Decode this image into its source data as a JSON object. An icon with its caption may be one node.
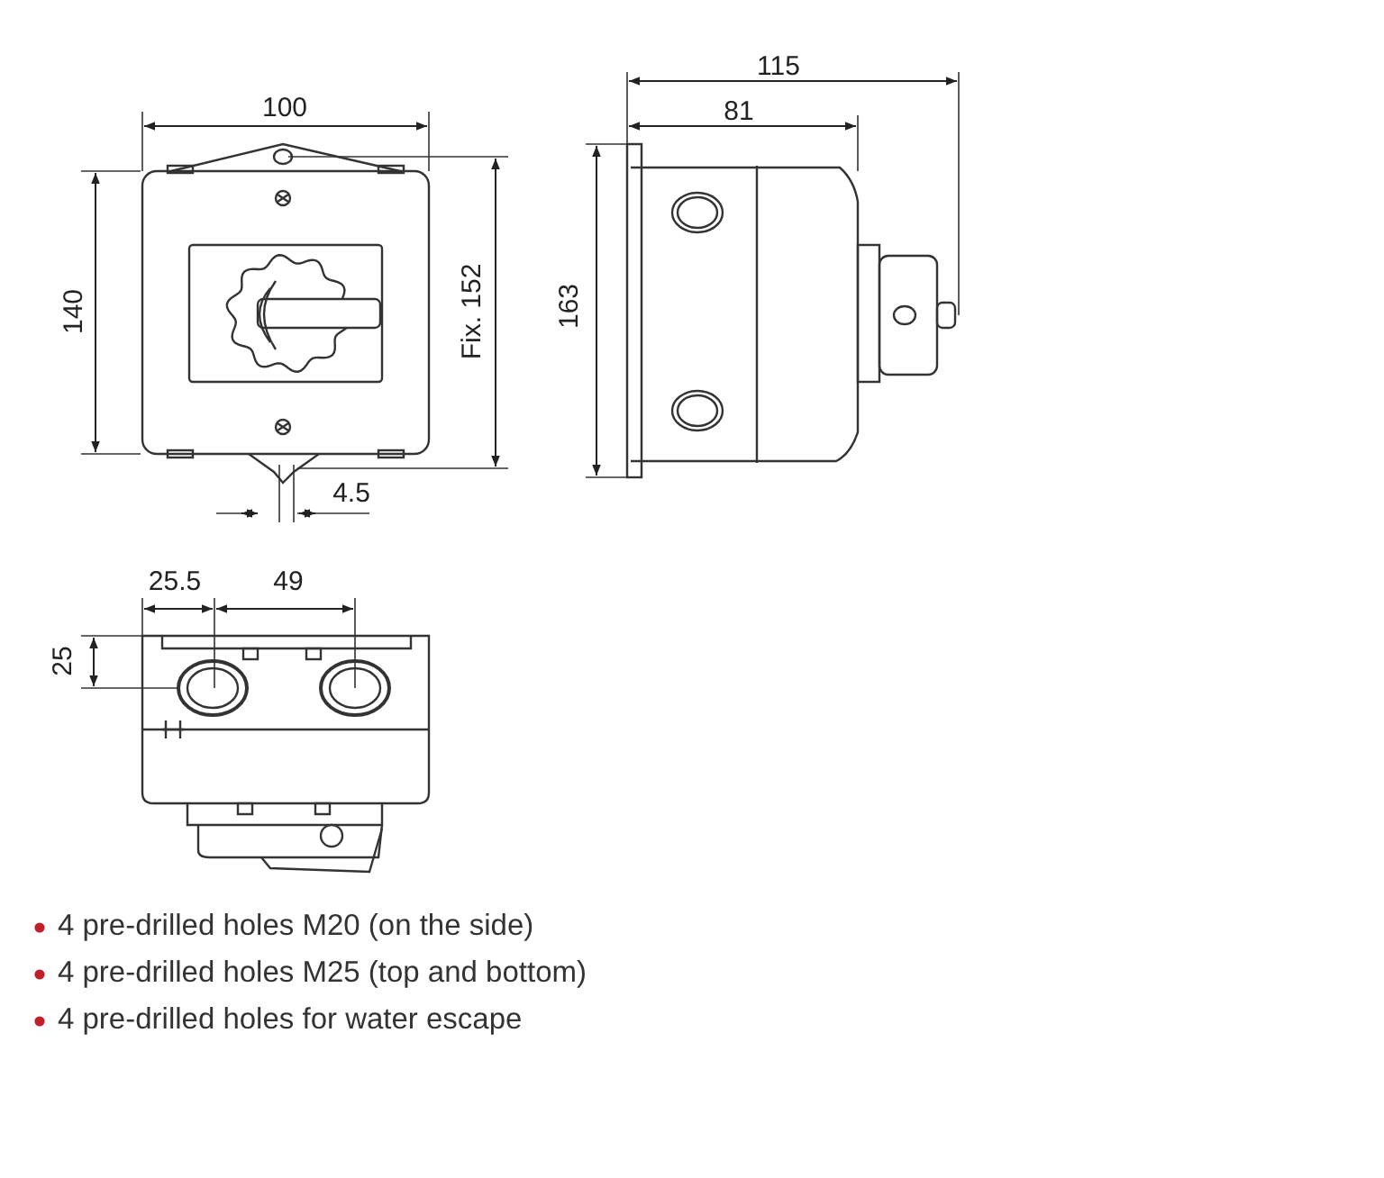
{
  "diagram": {
    "labels": [
      "100",
      "115",
      "81",
      "140",
      "Fix. 152",
      "163",
      "4.5",
      "25.5",
      "49",
      "25",
      "4 pre-drilled holes M20 (on the side)",
      "4 pre-drilled holes M25 (top and bottom)",
      "4 pre-drilled holes for water escape"
    ]
  }
}
